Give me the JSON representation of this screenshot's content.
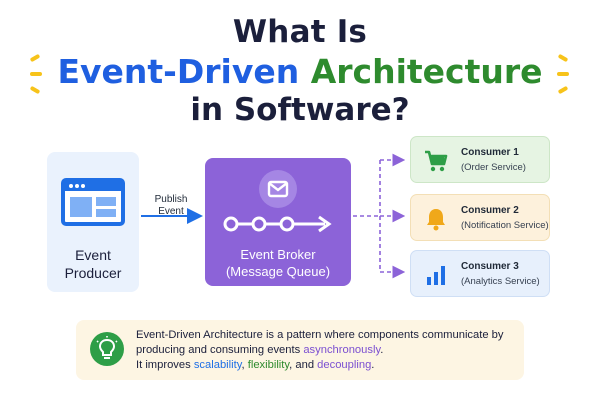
{
  "title": {
    "line1": "What Is",
    "line2_part1": "Event-Driven",
    "line2_part2": "Architecture",
    "line3": "in Software?"
  },
  "producer": {
    "line1": "Event",
    "line2": "Producer",
    "icon": "browser-window-icon"
  },
  "publish_label": {
    "line1": "Publish",
    "line2": "Event"
  },
  "broker": {
    "line1": "Event Broker",
    "line2": "(Message Queue)",
    "icon": "mail-icon"
  },
  "consumers": [
    {
      "name": "Consumer 1",
      "service": "(Order Service)",
      "icon": "shopping-cart-icon",
      "color": "#2e9e47"
    },
    {
      "name": "Consumer 2",
      "service": "(Notification Service)",
      "icon": "bell-icon",
      "color": "#f0a81a"
    },
    {
      "name": "Consumer 3",
      "service": "(Analytics Service)",
      "icon": "bar-chart-icon",
      "color": "#1f6fe5"
    }
  ],
  "info": {
    "text_a": "Event-Driven Architecture is a pattern where components communicate by producing and consuming events ",
    "asynchronously": "asynchronously",
    "text_b": ".",
    "text_c": "It improves ",
    "scalability": "scalability",
    "sep1": ", ",
    "flexibility": "flexibility",
    "sep2": ", and ",
    "decoupling": "decoupling",
    "text_d": ".",
    "icon": "lightbulb-icon"
  },
  "colors": {
    "title_dark": "#1b1f3b",
    "title_blue": "#1f5fe0",
    "title_green": "#2e8b2e",
    "broker_purple": "#8c63d8",
    "arrow_blue": "#1f6fe5",
    "dashed_purple": "#8c63d8"
  }
}
